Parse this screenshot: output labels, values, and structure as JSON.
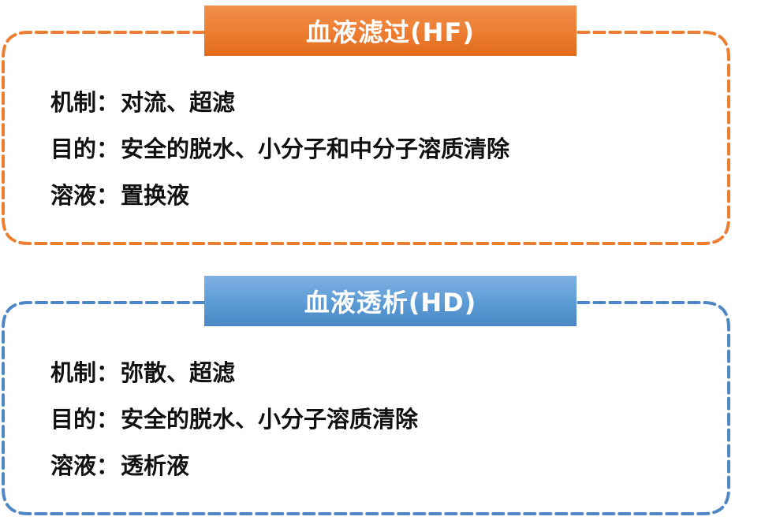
{
  "colors": {
    "hf_accent": "#ed7d31",
    "hd_accent": "#5b9bd5",
    "text": "#111111",
    "title_text": "#ffffff"
  },
  "panels": [
    {
      "id": "hf",
      "title": "血液滤过(HF)",
      "rows": [
        {
          "label": "机制：",
          "value": "对流、超滤"
        },
        {
          "label": "目的：",
          "value": "安全的脱水、小分子和中分子溶质清除"
        },
        {
          "label": "溶液：",
          "value": "置换液"
        }
      ]
    },
    {
      "id": "hd",
      "title": "血液透析(HD)",
      "rows": [
        {
          "label": "机制：",
          "value": "弥散、超滤"
        },
        {
          "label": "目的：",
          "value": "安全的脱水、小分子溶质清除"
        },
        {
          "label": "溶液：",
          "value": "透析液"
        }
      ]
    }
  ]
}
